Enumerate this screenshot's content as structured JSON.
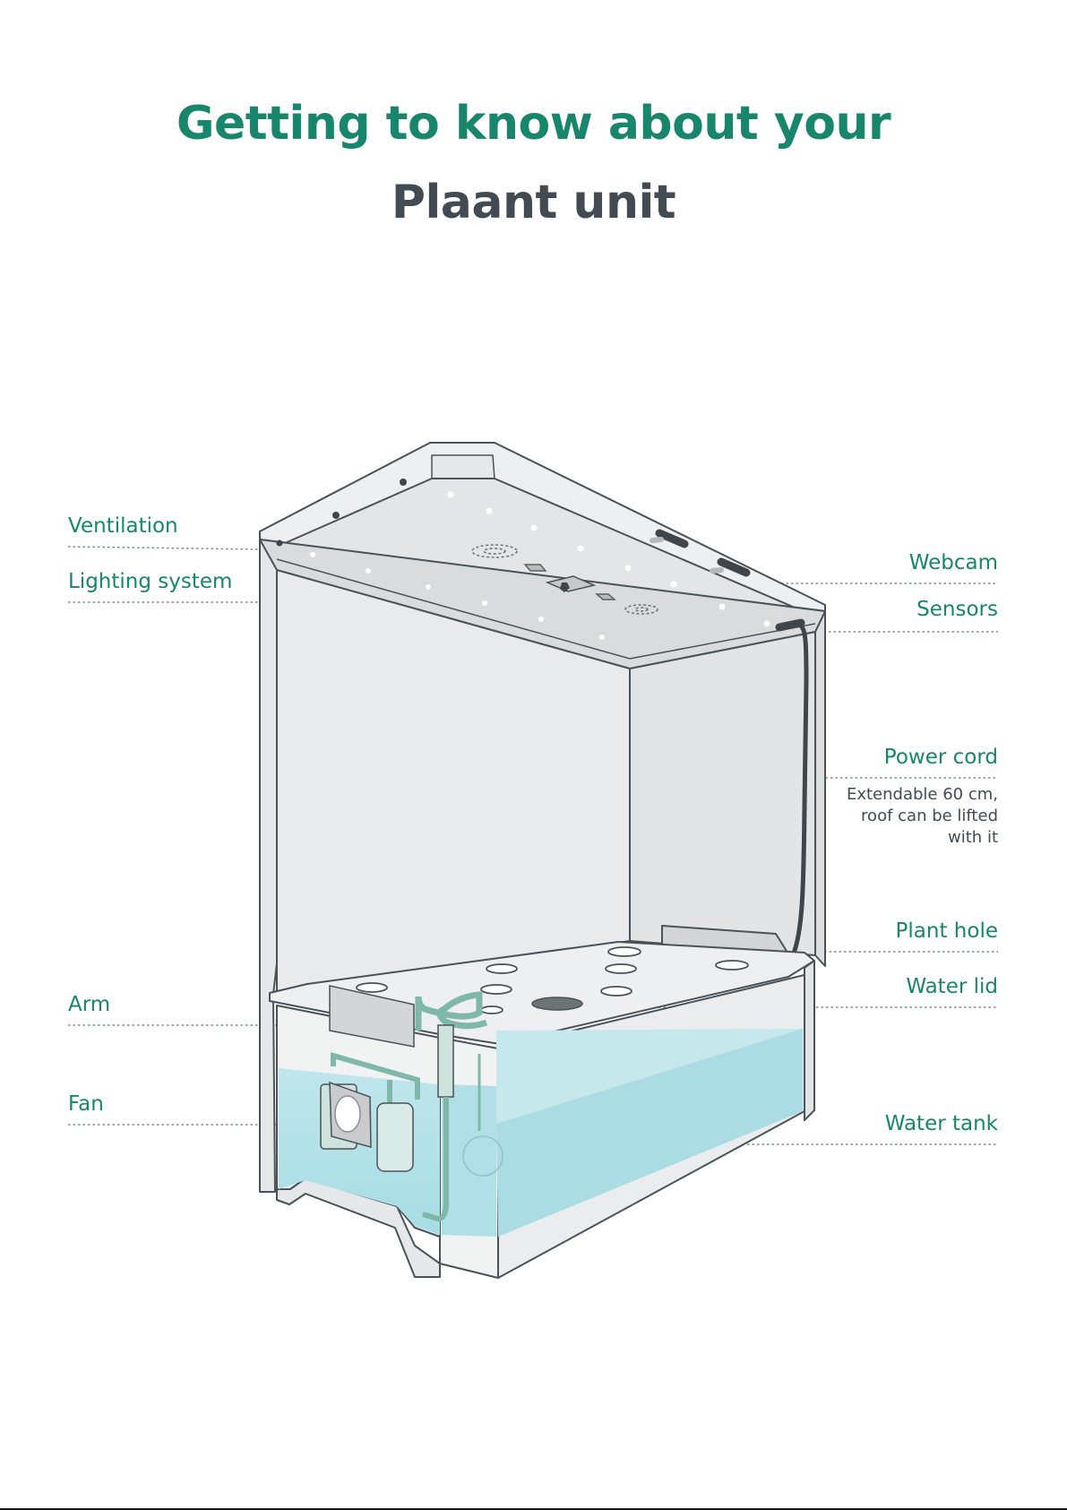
{
  "title": {
    "line1": "Getting to know about your",
    "line2": "Plaant unit"
  },
  "labels": {
    "ventilation": "Ventilation",
    "lighting_system": "Lighting system",
    "webcam": "Webcam",
    "sensors": "Sensors",
    "power_cord": "Power cord",
    "power_cord_note": [
      "Extendable 60 cm,",
      "roof can be lifted",
      "with it"
    ],
    "plant_hole": "Plant hole",
    "water_lid": "Water lid",
    "arm": "Arm",
    "fan": "Fan",
    "water_tank": "Water tank"
  },
  "colors": {
    "accent_green": "#17866a",
    "dark_text": "#414b51",
    "water": "#aee0e6",
    "unit_body": "#e9eaeb",
    "outline": "#4a5257"
  }
}
